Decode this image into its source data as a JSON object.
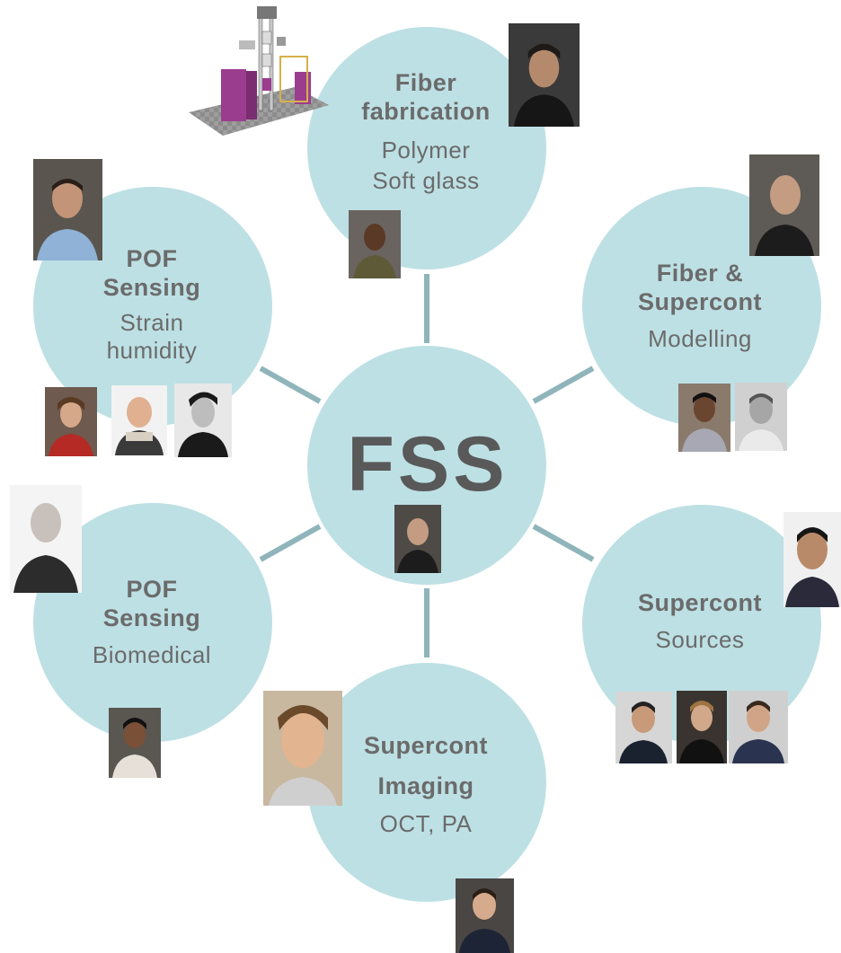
{
  "center": {
    "label": "FSS"
  },
  "nodes": [
    {
      "id": "fiber-fabrication",
      "title_lines": [
        "Fiber",
        "fabrication"
      ],
      "sub_lines": [
        "Polymer",
        "Soft glass"
      ]
    },
    {
      "id": "fiber-supercont",
      "title_lines": [
        "Fiber &",
        "Supercont"
      ],
      "sub_lines": [
        "Modelling"
      ]
    },
    {
      "id": "supercont-sources",
      "title_lines": [
        "Supercont"
      ],
      "sub_lines": [
        "Sources"
      ]
    },
    {
      "id": "supercont-imaging",
      "title_lines": [
        "Supercont",
        "Imaging"
      ],
      "sub_lines": [
        "OCT, PA"
      ]
    },
    {
      "id": "pof-biomedical",
      "title_lines": [
        "POF",
        "Sensing"
      ],
      "sub_lines": [
        "Biomedical"
      ]
    },
    {
      "id": "pof-strain",
      "title_lines": [
        "POF",
        "Sensing"
      ],
      "sub_lines": [
        "Strain",
        "humidity"
      ]
    }
  ],
  "colors": {
    "circle_fill": "#bde0e4",
    "connector": "#8fb5bb",
    "text": "#6b6b6b",
    "center_text": "#595959"
  }
}
